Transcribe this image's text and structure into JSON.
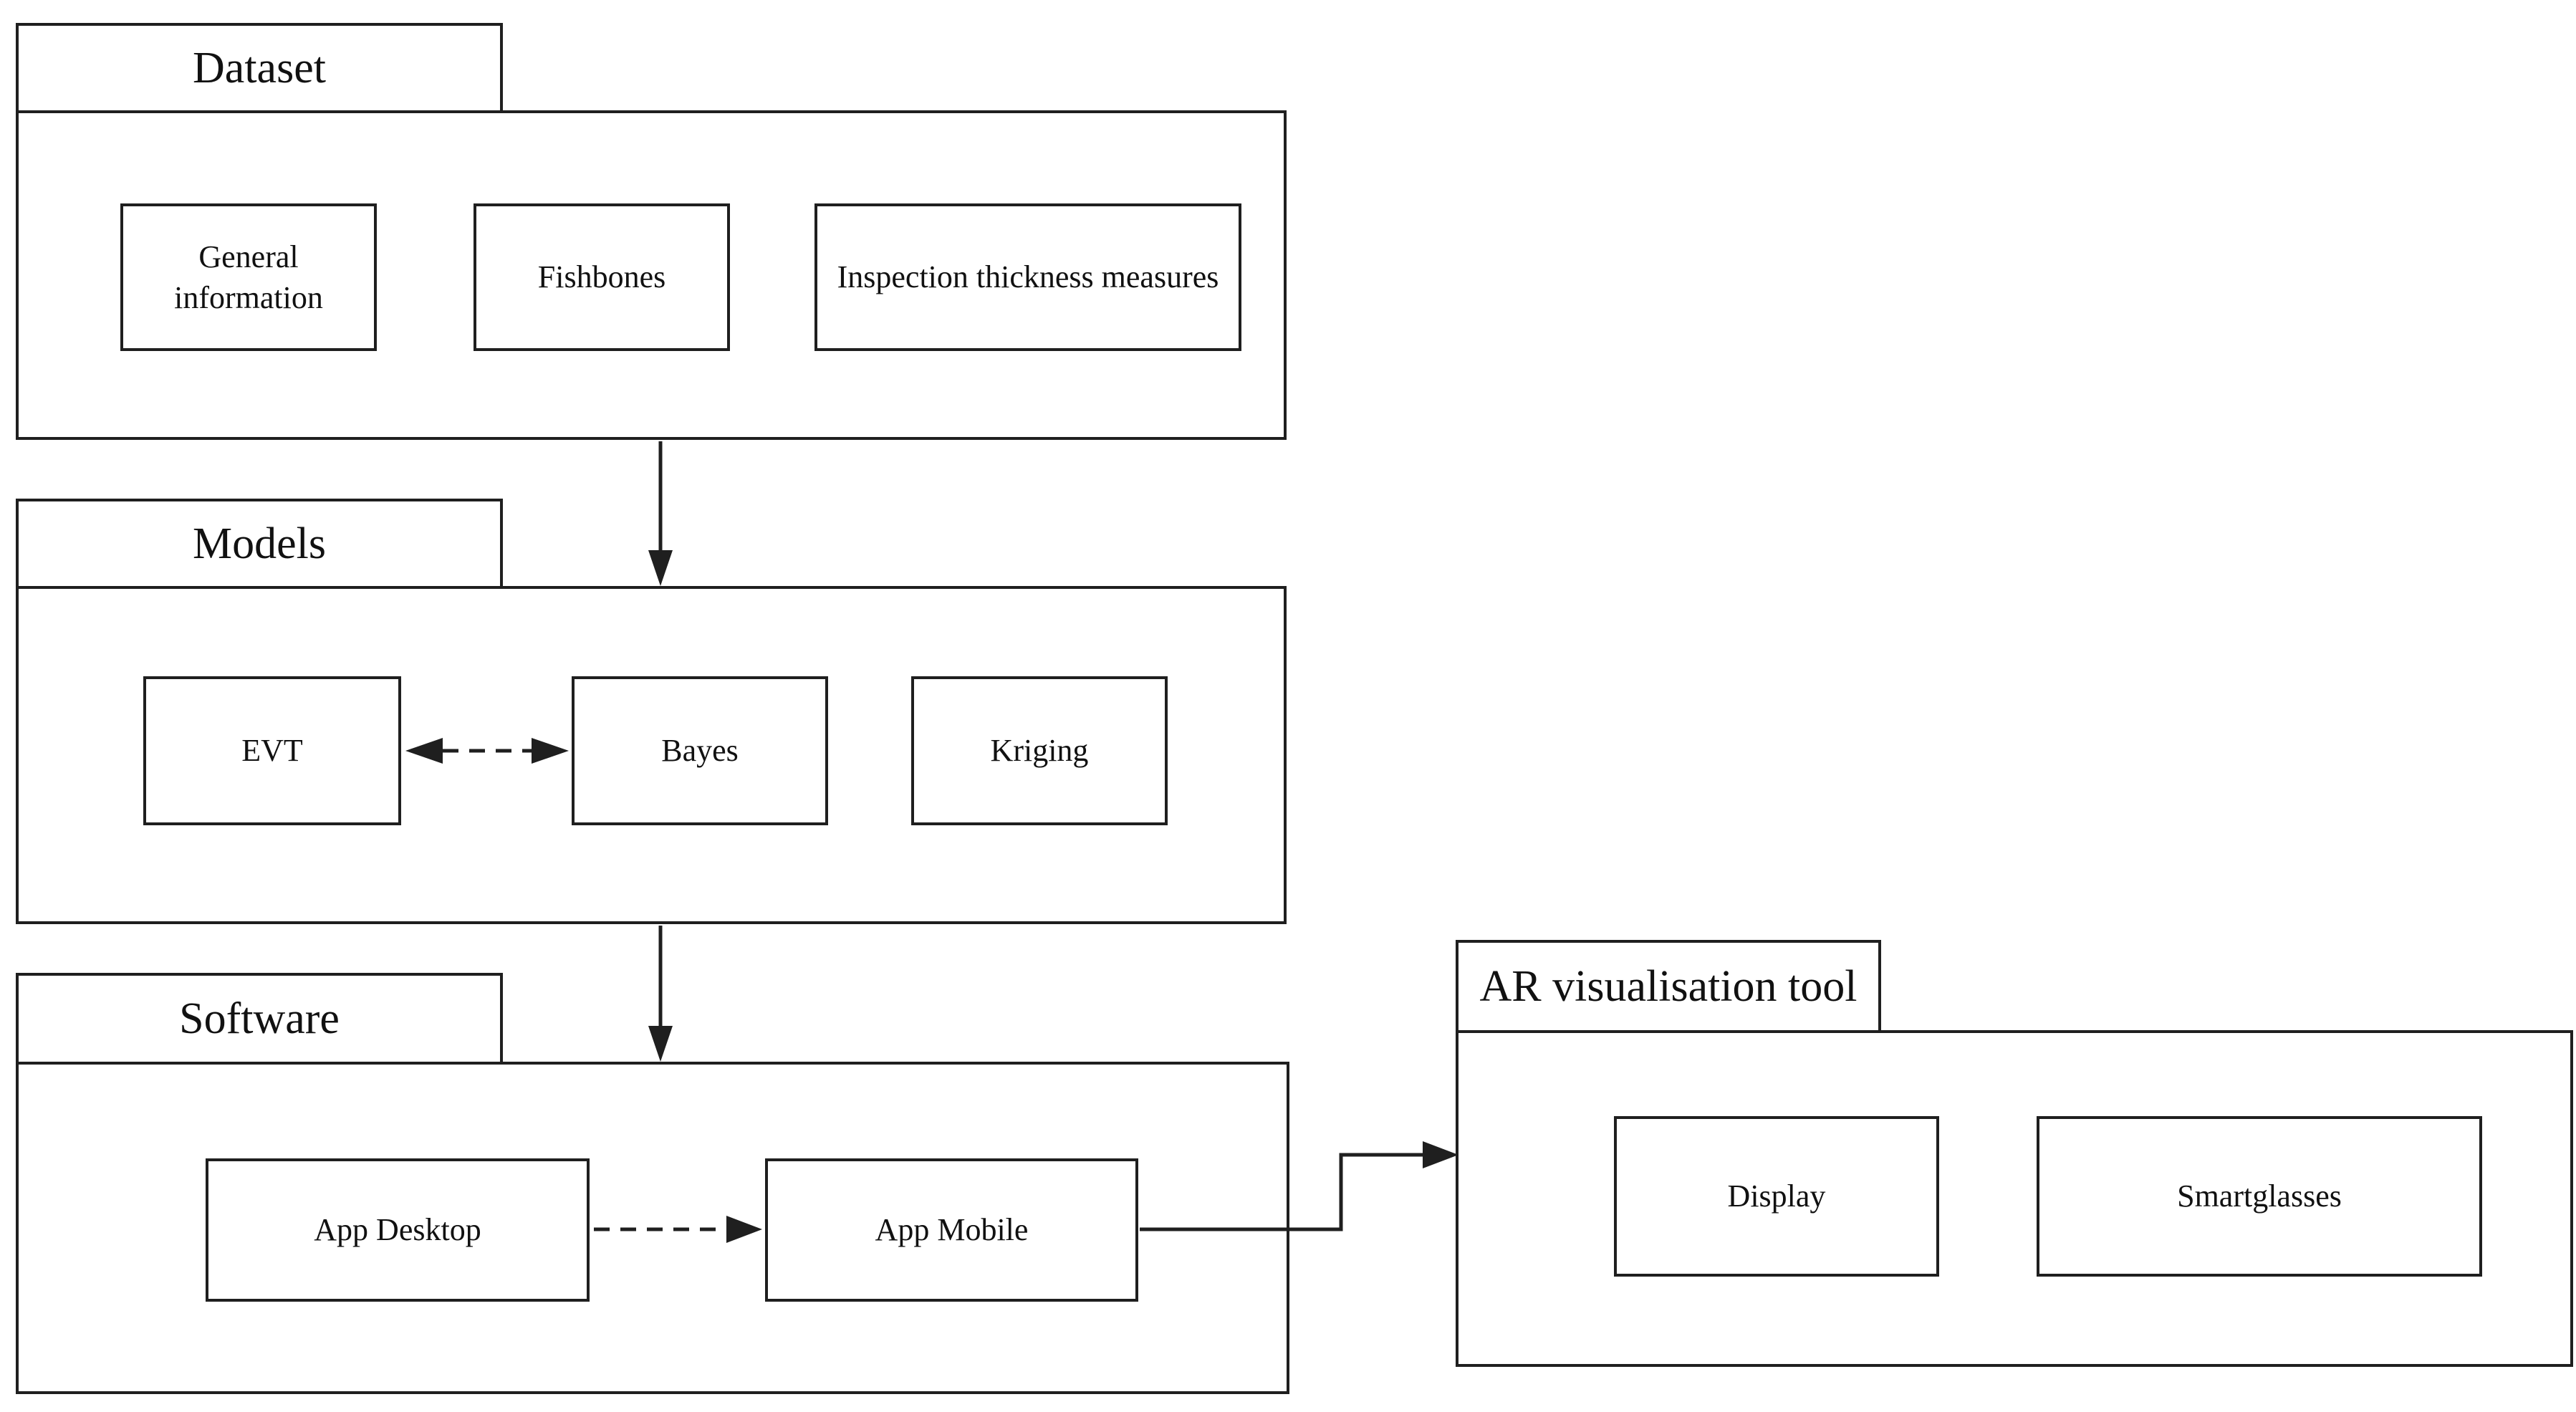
{
  "packages": {
    "dataset": {
      "title": "Dataset",
      "boxes": [
        "General information",
        "Fishbones",
        "Inspection thickness measures"
      ]
    },
    "models": {
      "title": "Models",
      "boxes": [
        "EVT",
        "Bayes",
        "Kriging"
      ]
    },
    "software": {
      "title": "Software",
      "boxes": [
        "App Desktop",
        "App Mobile"
      ]
    },
    "ar_tool": {
      "title": "AR visualisation tool",
      "boxes": [
        "Display",
        "Smartglasses"
      ]
    }
  },
  "connections": [
    {
      "from": "Dataset",
      "to": "Models",
      "type": "solid-arrow"
    },
    {
      "from": "Models",
      "to": "Software",
      "type": "solid-arrow"
    },
    {
      "from": "EVT",
      "to": "Bayes",
      "type": "dashed-double-arrow"
    },
    {
      "from": "App Desktop",
      "to": "App Mobile",
      "type": "dashed-arrow"
    },
    {
      "from": "App Mobile",
      "to": "AR visualisation tool",
      "type": "solid-elbow-arrow"
    }
  ],
  "colors": {
    "line": "#1f1f1f",
    "text": "#111111",
    "background": "#ffffff"
  }
}
